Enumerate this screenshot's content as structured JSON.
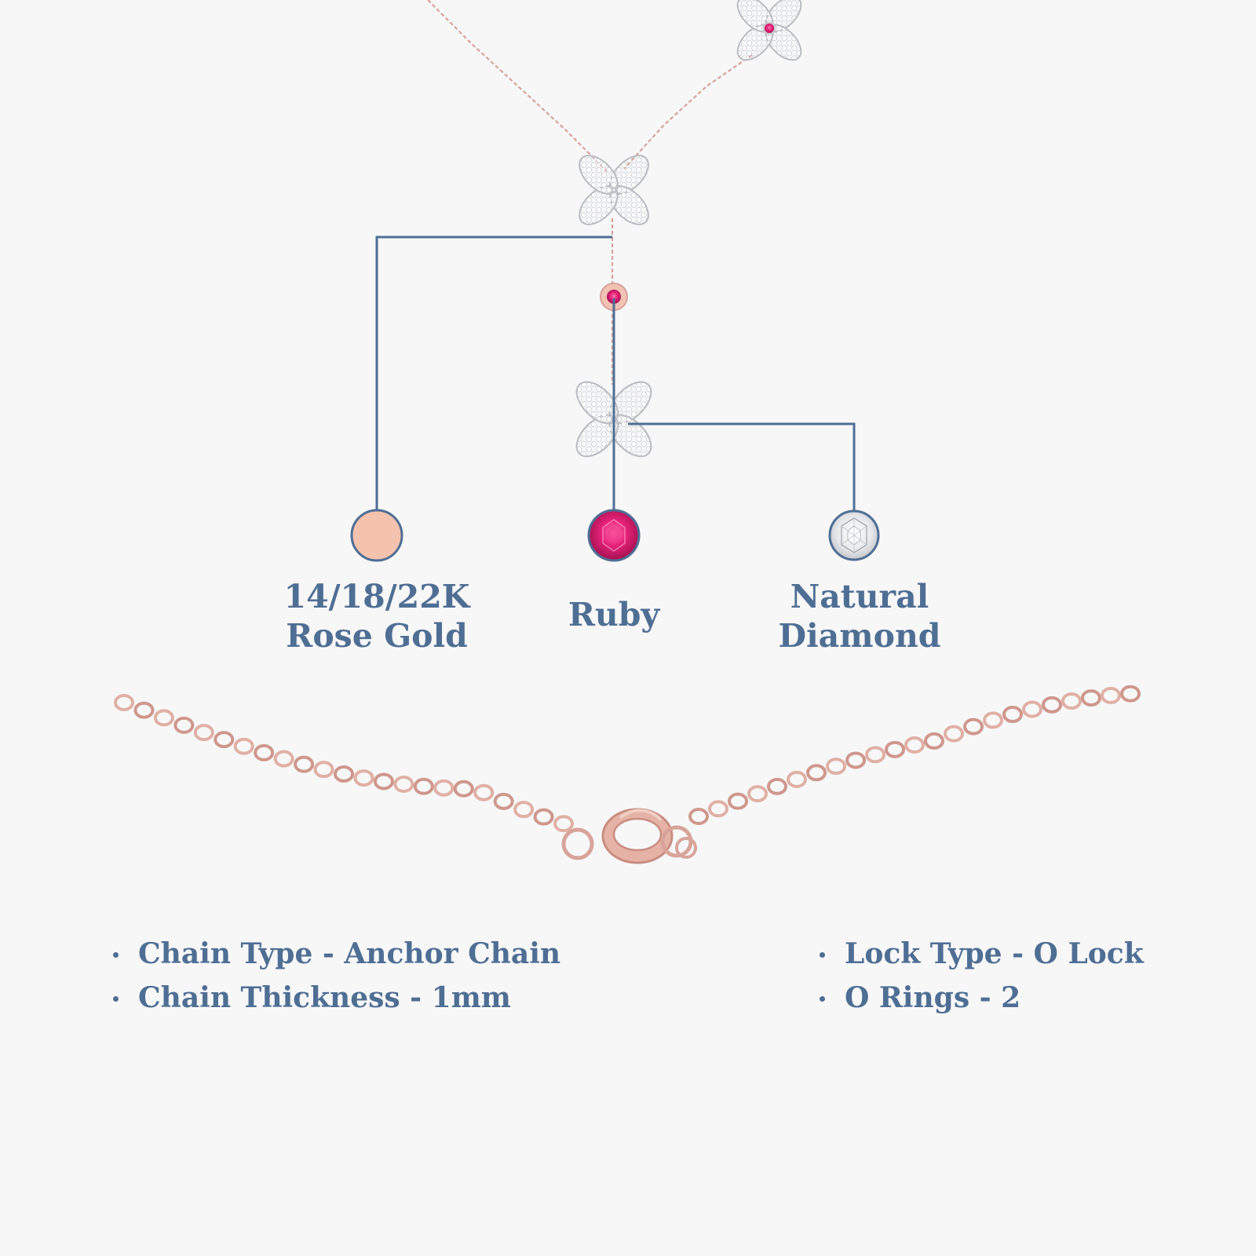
{
  "colors": {
    "background": "#f7f7f8",
    "text": "#4f6e94",
    "connector_line": "#4f6e94",
    "rose_gold": "#f5c2ae",
    "chain": "#d8a49a",
    "ruby": "#e2267a",
    "diamond": "#e2e4e8"
  },
  "callouts": [
    {
      "name": "metal",
      "line1": "14/18/22K",
      "line2": "Rose Gold",
      "swatch": "rose-gold-swatch"
    },
    {
      "name": "gemstone",
      "line1": "Ruby",
      "line2": "",
      "swatch": "ruby-swatch"
    },
    {
      "name": "diamond",
      "line1": "Natural",
      "line2": "Diamond",
      "swatch": "diamond-swatch"
    }
  ],
  "specs_left": [
    "Chain Type - Anchor Chain",
    "Chain Thickness - 1mm"
  ],
  "specs_right": [
    "Lock Type - O Lock",
    "O Rings - 2"
  ]
}
